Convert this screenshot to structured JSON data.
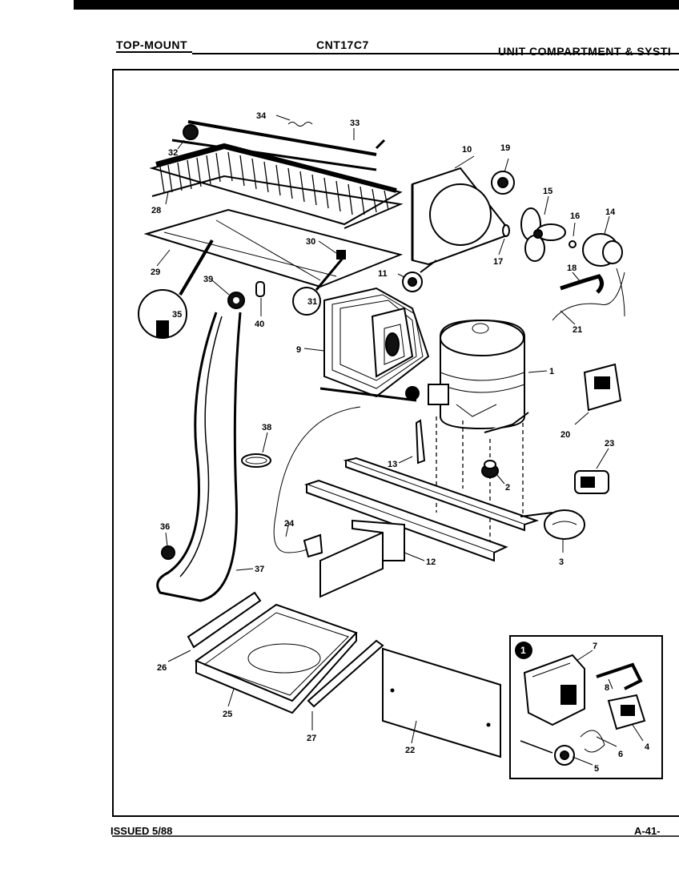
{
  "header": {
    "left": "TOP-MOUNT",
    "center": "CNT17C7",
    "right": "UNIT COMPARTMENT & SYSTI"
  },
  "footer": {
    "issued": "ISSUED 5/88",
    "page": "A-41-"
  },
  "callouts": [
    "1",
    "2",
    "3",
    "4",
    "5",
    "6",
    "7",
    "8",
    "9",
    "10",
    "11",
    "12",
    "13",
    "14",
    "15",
    "16",
    "17",
    "18",
    "19",
    "20",
    "21",
    "22",
    "23",
    "24",
    "25",
    "26",
    "27",
    "28",
    "29",
    "30",
    "31",
    "32",
    "33",
    "34",
    "35",
    "36",
    "37",
    "38",
    "39",
    "40"
  ],
  "inset_marker": "1"
}
